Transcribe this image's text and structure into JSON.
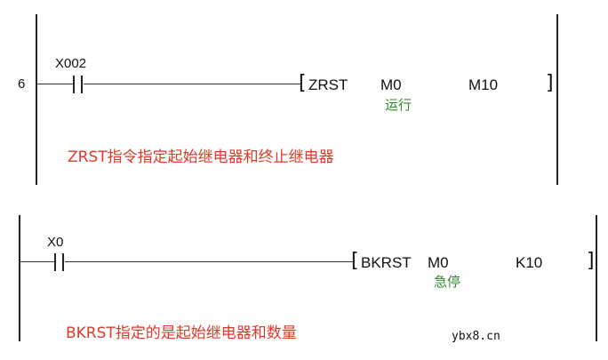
{
  "rung1": {
    "step": "6",
    "contact": "X002",
    "instruction": "ZRST",
    "op1": "M0",
    "op2": "M10",
    "op1_comment": "运行",
    "note": "ZRST指令指定起始继电器和终止继电器"
  },
  "rung2": {
    "contact": "X0",
    "instruction": "BKRST",
    "op1": "M0",
    "op2": "K10",
    "op1_comment": "急停",
    "note": "BKRST指定的是起始继电器和数量"
  },
  "watermark": "ybx8.cn"
}
